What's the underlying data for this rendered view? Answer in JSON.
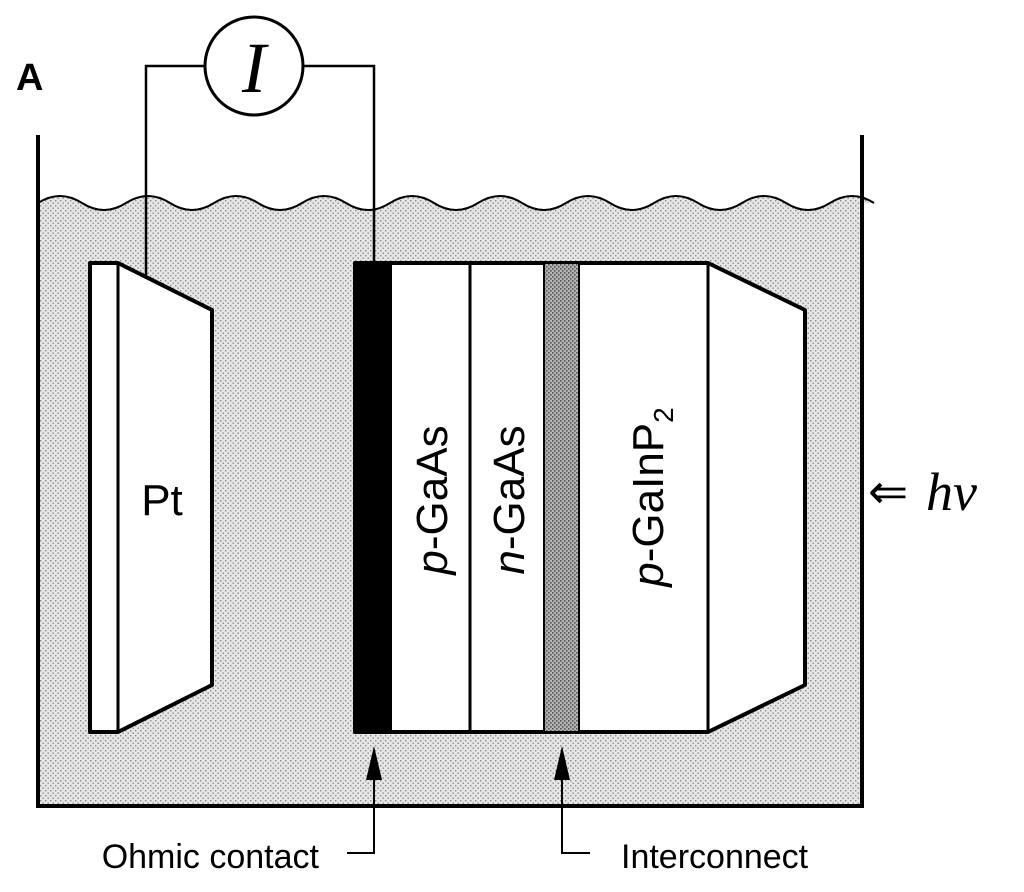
{
  "panel": {
    "letter": "A"
  },
  "meter": {
    "symbol": "I"
  },
  "electrode": {
    "label": "Pt"
  },
  "layers": {
    "p_gaas": {
      "prefix": "p",
      "rest": "-GaAs"
    },
    "n_gaas": {
      "prefix": "n",
      "rest": "-GaAs"
    },
    "p_gainp2": {
      "prefix": "p",
      "rest": "-GaInP",
      "sub": "2"
    }
  },
  "light": {
    "arrow": "⇐",
    "symbol": "hν"
  },
  "callouts": {
    "ohmic": "Ohmic contact",
    "interconnect": "Interconnect"
  },
  "colors": {
    "ink": "#000000",
    "electrolyte": "#e4e4e4",
    "interconnect": "#9a9a9a",
    "paper": "#ffffff"
  }
}
